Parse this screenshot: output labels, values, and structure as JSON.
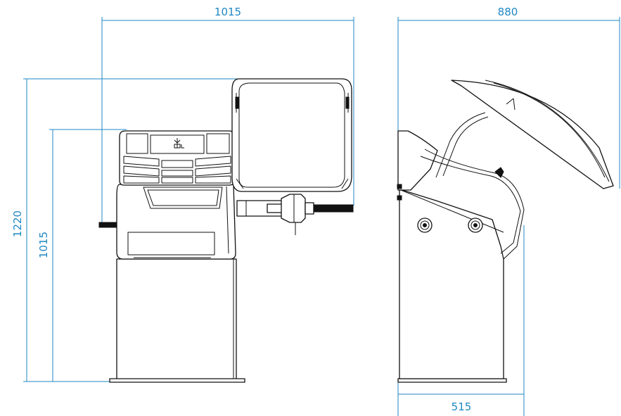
{
  "dimensions": {
    "front_width": "1015",
    "side_depth": "880",
    "total_height": "1220",
    "body_height": "1015",
    "base_depth": "515"
  },
  "colors": {
    "dimension": "#1f87c4",
    "outline": "#111111",
    "background": "#ffffff"
  },
  "icons": {
    "panel_symbol": "wheel-weight-icon"
  }
}
